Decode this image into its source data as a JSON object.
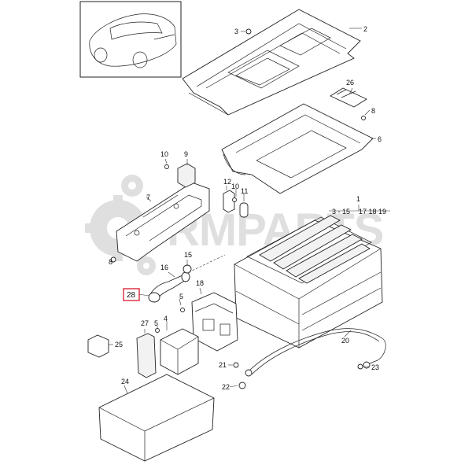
{
  "watermark": {
    "text": "RMPARTS"
  },
  "callouts": [
    {
      "id": "c1",
      "label": "1"
    },
    {
      "id": "c1range",
      "label": "3 - 15"
    },
    {
      "id": "c1extra",
      "label": "17 18 19"
    },
    {
      "id": "c2",
      "label": "2"
    },
    {
      "id": "c3",
      "label": "3"
    },
    {
      "id": "c4",
      "label": "4"
    },
    {
      "id": "c5a",
      "label": "5"
    },
    {
      "id": "c5b",
      "label": "5"
    },
    {
      "id": "c6",
      "label": "6"
    },
    {
      "id": "c7",
      "label": "7"
    },
    {
      "id": "c8a",
      "label": "8"
    },
    {
      "id": "c8b",
      "label": "8"
    },
    {
      "id": "c9",
      "label": "9"
    },
    {
      "id": "c10a",
      "label": "10"
    },
    {
      "id": "c10b",
      "label": "10"
    },
    {
      "id": "c11",
      "label": "11"
    },
    {
      "id": "c12",
      "label": "12"
    },
    {
      "id": "c15",
      "label": "15"
    },
    {
      "id": "c16",
      "label": "16"
    },
    {
      "id": "c18",
      "label": "18"
    },
    {
      "id": "c20",
      "label": "20"
    },
    {
      "id": "c21",
      "label": "21"
    },
    {
      "id": "c22",
      "label": "22"
    },
    {
      "id": "c23",
      "label": "23"
    },
    {
      "id": "c24",
      "label": "24"
    },
    {
      "id": "c25",
      "label": "25"
    },
    {
      "id": "c26",
      "label": "26"
    },
    {
      "id": "c27",
      "label": "27"
    },
    {
      "id": "c28",
      "label": "28"
    }
  ],
  "highlight": {
    "label": "28",
    "color": "#d8283a"
  }
}
